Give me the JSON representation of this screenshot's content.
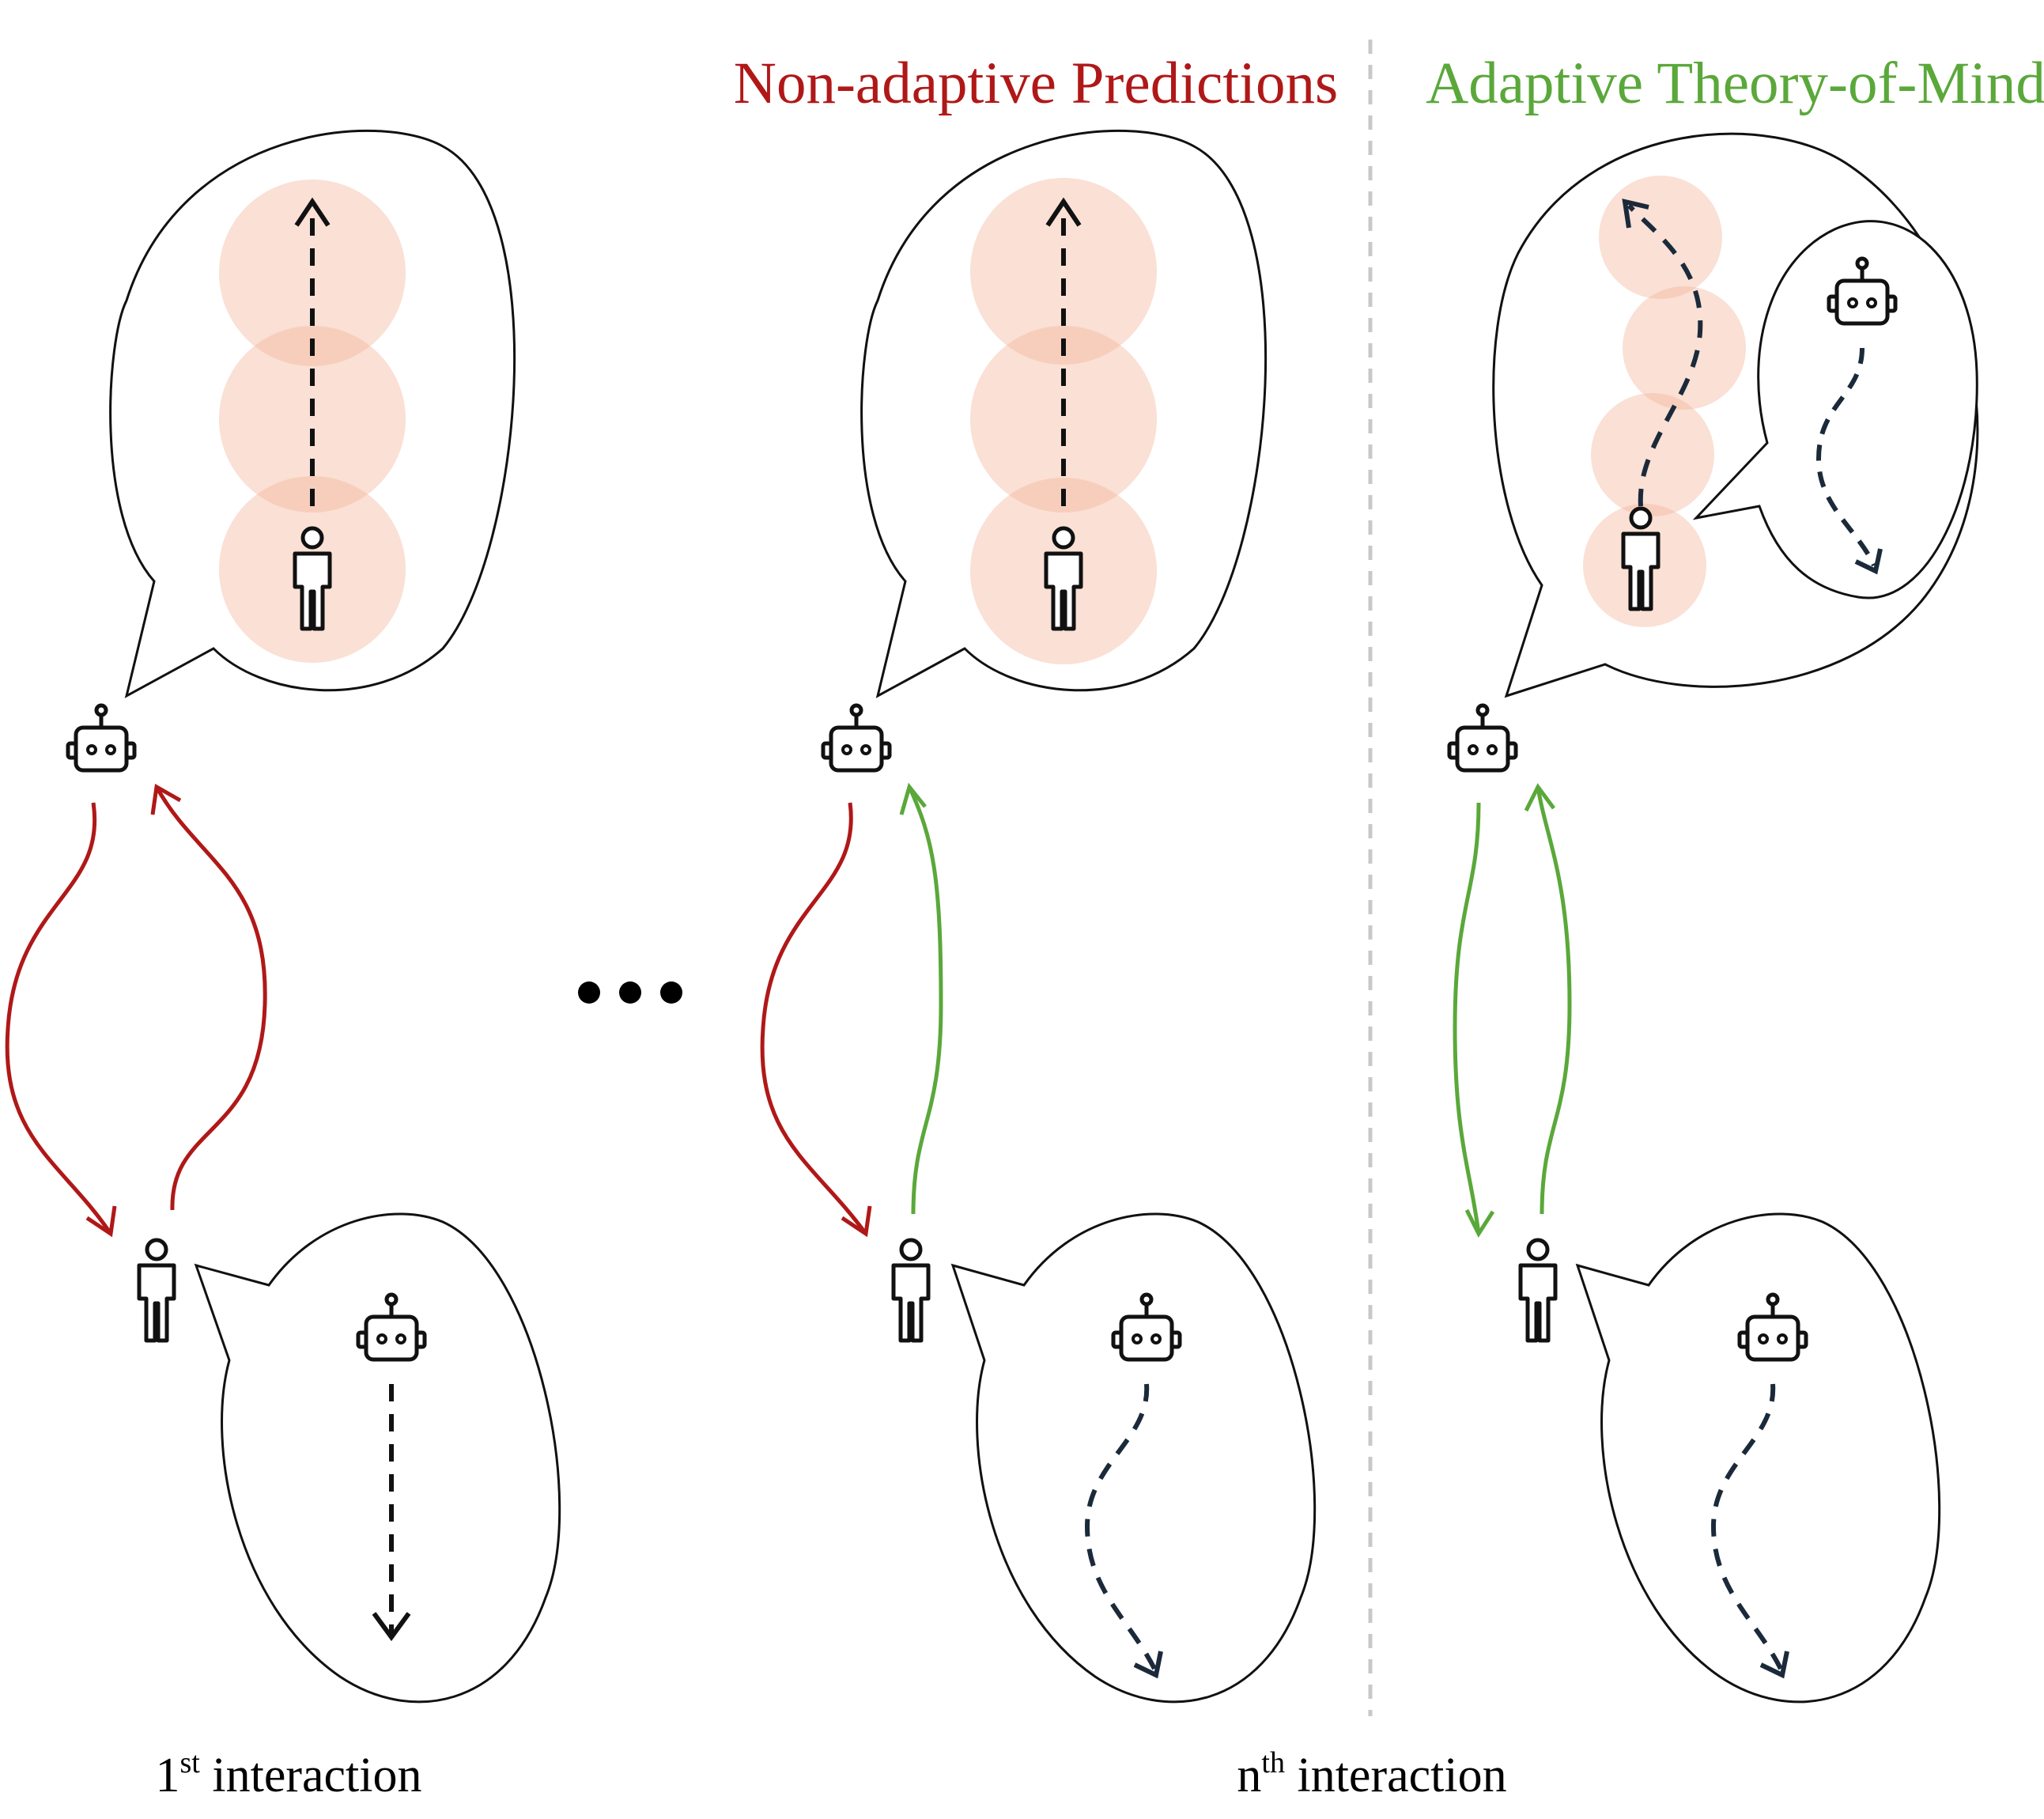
{
  "header": {
    "non_adaptive_title": "Non-adaptive Predictions",
    "adaptive_title": "Adaptive Theory-of-Mind"
  },
  "captions": {
    "first": {
      "number": "1",
      "superscript": "st",
      "text": " interaction"
    },
    "nth": {
      "number": "n",
      "superscript": "th",
      "text": " interaction"
    }
  },
  "colors": {
    "red": "#b01818",
    "green": "#5aa83a",
    "uncertainty": "#f4b59a",
    "ink": "#111111",
    "navy": "#1b2a3a",
    "divider": "#c8c8c8"
  },
  "icons": [
    "robot-icon",
    "person-icon",
    "ellipsis-icon"
  ]
}
